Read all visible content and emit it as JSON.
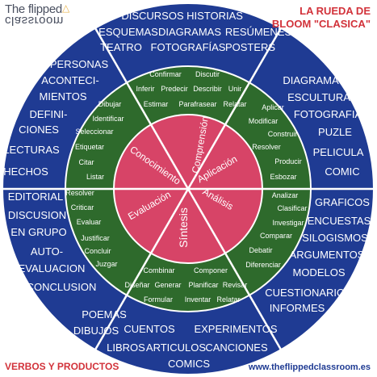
{
  "header": {
    "brand_line1": "The flipped",
    "brand_line2": "classroom",
    "title_line1": "LA RUEDA DE",
    "title_line2": "BLOOM \"CLASICA\""
  },
  "footer": {
    "left_label": "VERBOS Y PRODUCTOS",
    "right_url": "www.theflippedclassroom.es"
  },
  "colors": {
    "outer_ring": "#1f3b93",
    "middle_ring": "#2e6a2c",
    "center": "#d74467",
    "text_on_dark": "#ffffff",
    "accent_red": "#d2323a"
  },
  "wheel": {
    "center_labels": [
      "Comprensión",
      "Aplicación",
      "Análisis",
      "Síntesis",
      "Evaluación",
      "Conocimiento"
    ],
    "verbs": {
      "comprension": [
        "Confirmar",
        "Discutir",
        "Inferir",
        "Predecir",
        "Describir",
        "Unir",
        "Estimar",
        "Parafrasear",
        "Relatar"
      ],
      "aplicacion": [
        "Aplicar",
        "Modificar",
        "Construir",
        "Resolver",
        "Producir",
        "Esbozar"
      ],
      "analisis": [
        "Analizar",
        "Clasificar",
        "Investigar",
        "Comparar",
        "Debatir",
        "Diferenciar"
      ],
      "sintesis": [
        "Combinar",
        "Componer",
        "Diseñar",
        "Generar",
        "Planificar",
        "Revisar",
        "Formular",
        "Inventar",
        "Relatar"
      ],
      "evaluacion": [
        "Resolver",
        "Criticar",
        "Evaluar",
        "Justificar",
        "Concluir",
        "Juzgar"
      ],
      "conocimiento": [
        "Dibujar",
        "Identificar",
        "Seleccionar",
        "Etiquetar",
        "Citar",
        "Listar"
      ]
    },
    "products": {
      "top": [
        "DISCURSOS",
        "HISTORIAS",
        "ESQUEMAS",
        "DIAGRAMAS",
        "RESÚMENES",
        "TEATRO",
        "FOTOGRAFÍAS",
        "POSTERS"
      ],
      "right_top": [
        "DIAGRAMA",
        "ESCULTURA",
        "FOTOGRAFIA",
        "PUZLE",
        "PELICULA",
        "COMIC"
      ],
      "right_bottom": [
        "GRAFICOS",
        "ENCUESTAS",
        "SILOGISMOS",
        "ARGUMENTOS",
        "MODELOS",
        "CUESTIONARIOS",
        "INFORMES"
      ],
      "bottom": [
        "POEMAS",
        "CUENTOS",
        "EXPERIMENTOS",
        "DIBUJOS",
        "LIBROS",
        "ARTICULOS",
        "CANCIONES",
        "COMICS"
      ],
      "left_bottom": [
        "EDITORIAL",
        "DISCUSION",
        "EN GRUPO",
        "AUTO-",
        "EVALUACION",
        "CONCLUSION"
      ],
      "left_top": [
        "PERSONAS",
        "ACONTECI-",
        "MIENTOS",
        "DEFINI-",
        "CIONES",
        "LECTURAS",
        "HECHOS"
      ]
    }
  }
}
